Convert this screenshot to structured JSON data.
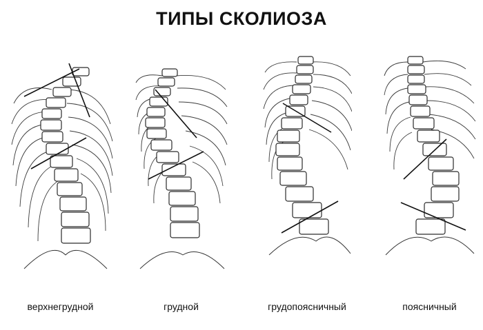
{
  "title": "ТИПЫ СКОЛИОЗА",
  "types": [
    {
      "label": "верхнегрудной"
    },
    {
      "label": "грудной"
    },
    {
      "label": "грудопоясничный"
    },
    {
      "label": "поясничный"
    }
  ]
}
